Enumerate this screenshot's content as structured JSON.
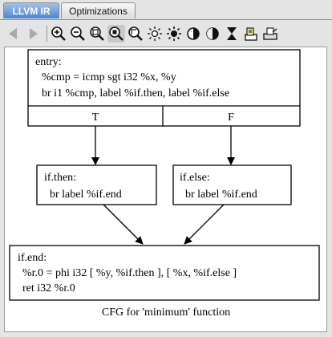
{
  "tabs": [
    {
      "label": "LLVM IR",
      "active": true
    },
    {
      "label": "Optimizations",
      "active": false
    }
  ],
  "toolbar": {
    "icons": [
      "back-arrow-icon",
      "forward-arrow-icon",
      "zoom-in-icon",
      "zoom-out-icon",
      "zoom-fit-icon",
      "zoom-actual-icon",
      "zoom-selection-icon",
      "brightness-low-icon",
      "brightness-high-icon",
      "contrast-half-icon",
      "contrast-invert-icon",
      "hourglass-icon",
      "export-icon",
      "print-icon"
    ]
  },
  "graph": {
    "entry": {
      "lines": [
        "entry:",
        "%cmp = icmp sgt i32 %x, %y",
        "br i1 %cmp, label %if.then, label %if.else"
      ],
      "true_label": "T",
      "false_label": "F"
    },
    "then_block": {
      "lines": [
        "if.then:",
        "br label %if.end"
      ]
    },
    "else_block": {
      "lines": [
        "if.else:",
        "br label %if.end"
      ]
    },
    "end_block": {
      "lines": [
        "if.end:",
        "%r.0 = phi i32 [ %y, %if.then ], [ %x, %if.else ]",
        "ret i32 %r.0"
      ]
    },
    "caption": "CFG for 'minimum' function"
  }
}
